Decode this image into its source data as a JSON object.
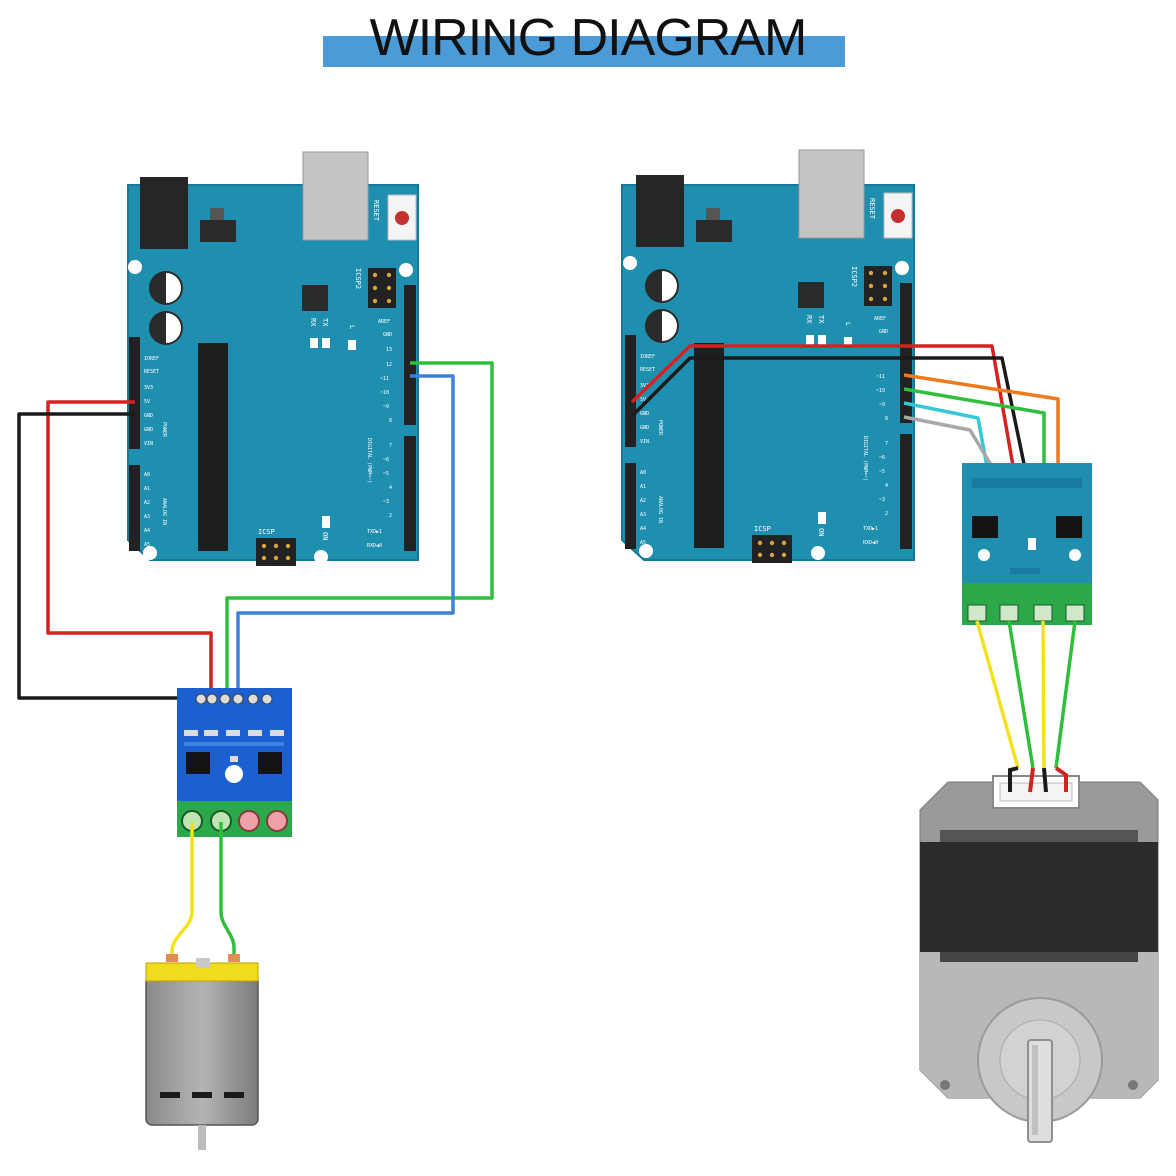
{
  "title": "WIRING DIAGRAM",
  "colors": {
    "board": "#1f8fb0",
    "board_edge": "#17799a",
    "driver_dc": "#1b5fd0",
    "driver_stepper": "#1f8fb0",
    "terminal": "#2aa84a",
    "wire_red": "#d42222",
    "wire_black": "#1a1a1a",
    "wire_green": "#2fbf3a",
    "wire_blue": "#3b82d8",
    "wire_orange": "#ee7a1c",
    "wire_cyan": "#35c9d6",
    "wire_grey": "#a8a8a8",
    "wire_yellow": "#f2e21e"
  },
  "board_labels": {
    "reset": "RESET",
    "icsp2": "ICSP2",
    "icsp": "ICSP",
    "tx": "TX",
    "rx": "RX",
    "l": "L",
    "on": "ON",
    "aref": "AREF",
    "gnd": "GND",
    "power_pins": [
      "IOREF",
      "RESET",
      "3V3",
      "5V",
      "GND",
      "GND",
      "VIN"
    ],
    "power_title": "POWER",
    "analog_pins": [
      "A0",
      "A1",
      "A2",
      "A3",
      "A4",
      "A5"
    ],
    "analog_title": "ANALOG IN",
    "digital_pins_top": [
      "13",
      "12",
      "~11",
      "~10",
      "~9",
      "8"
    ],
    "digital_pins_bottom": [
      "7",
      "~6",
      "~5",
      "4",
      "~3",
      "2",
      "TXD▶1",
      "RXD◀0"
    ],
    "digital_title": "DIGITAL (PWM=~)"
  }
}
